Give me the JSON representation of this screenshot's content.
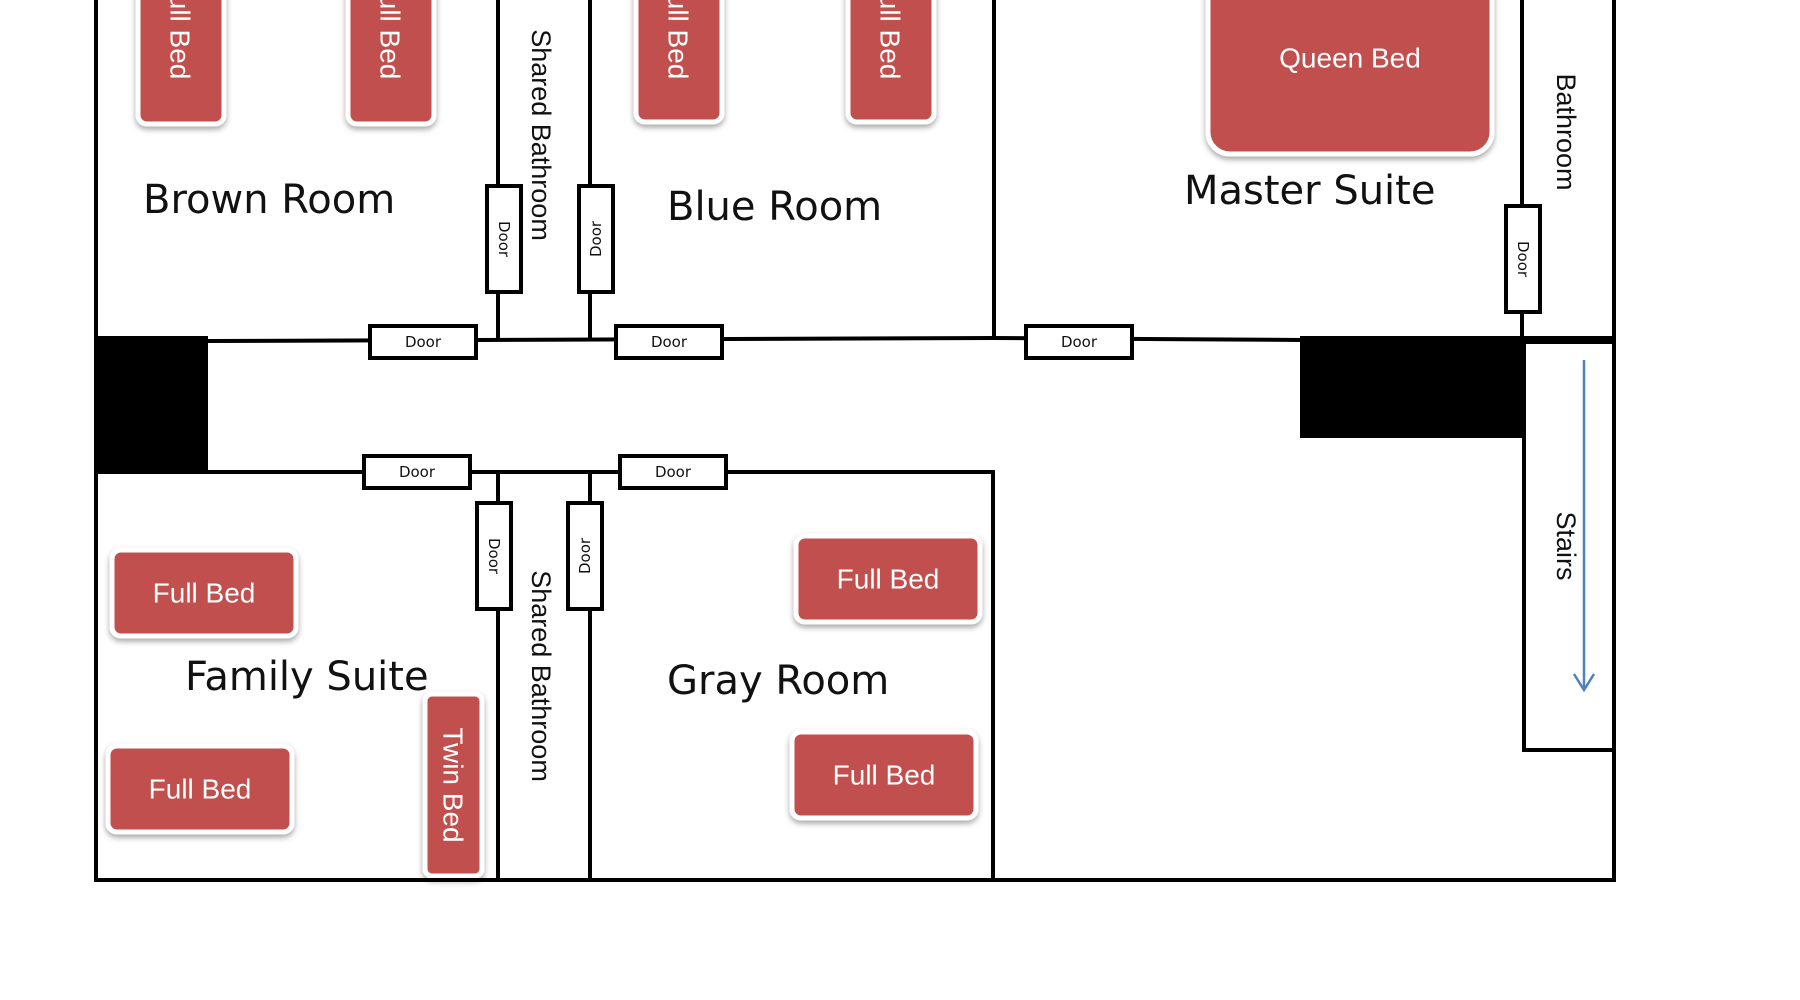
{
  "colors": {
    "bed": "#c0504d",
    "wall": "#000000",
    "arrow": "#4f81bd"
  },
  "rooms": {
    "brown": "Brown Room",
    "blue": "Blue Room",
    "master": "Master Suite",
    "family": "Family Suite",
    "gray": "Gray Room"
  },
  "beds": {
    "brown_1": "Full Bed",
    "brown_2": "Full Bed",
    "blue_1": "Full Bed",
    "blue_2": "Full Bed",
    "master": "Queen Bed",
    "family_1": "Full Bed",
    "family_2": "Full Bed",
    "family_twin": "Twin Bed",
    "gray_1": "Full Bed",
    "gray_2": "Full Bed"
  },
  "areas": {
    "shared_bath_top": "Shared Bathroom",
    "shared_bath_bottom": "Shared Bathroom",
    "master_bath": "Bathroom",
    "stairs": "Stairs"
  },
  "door_label": "Door"
}
